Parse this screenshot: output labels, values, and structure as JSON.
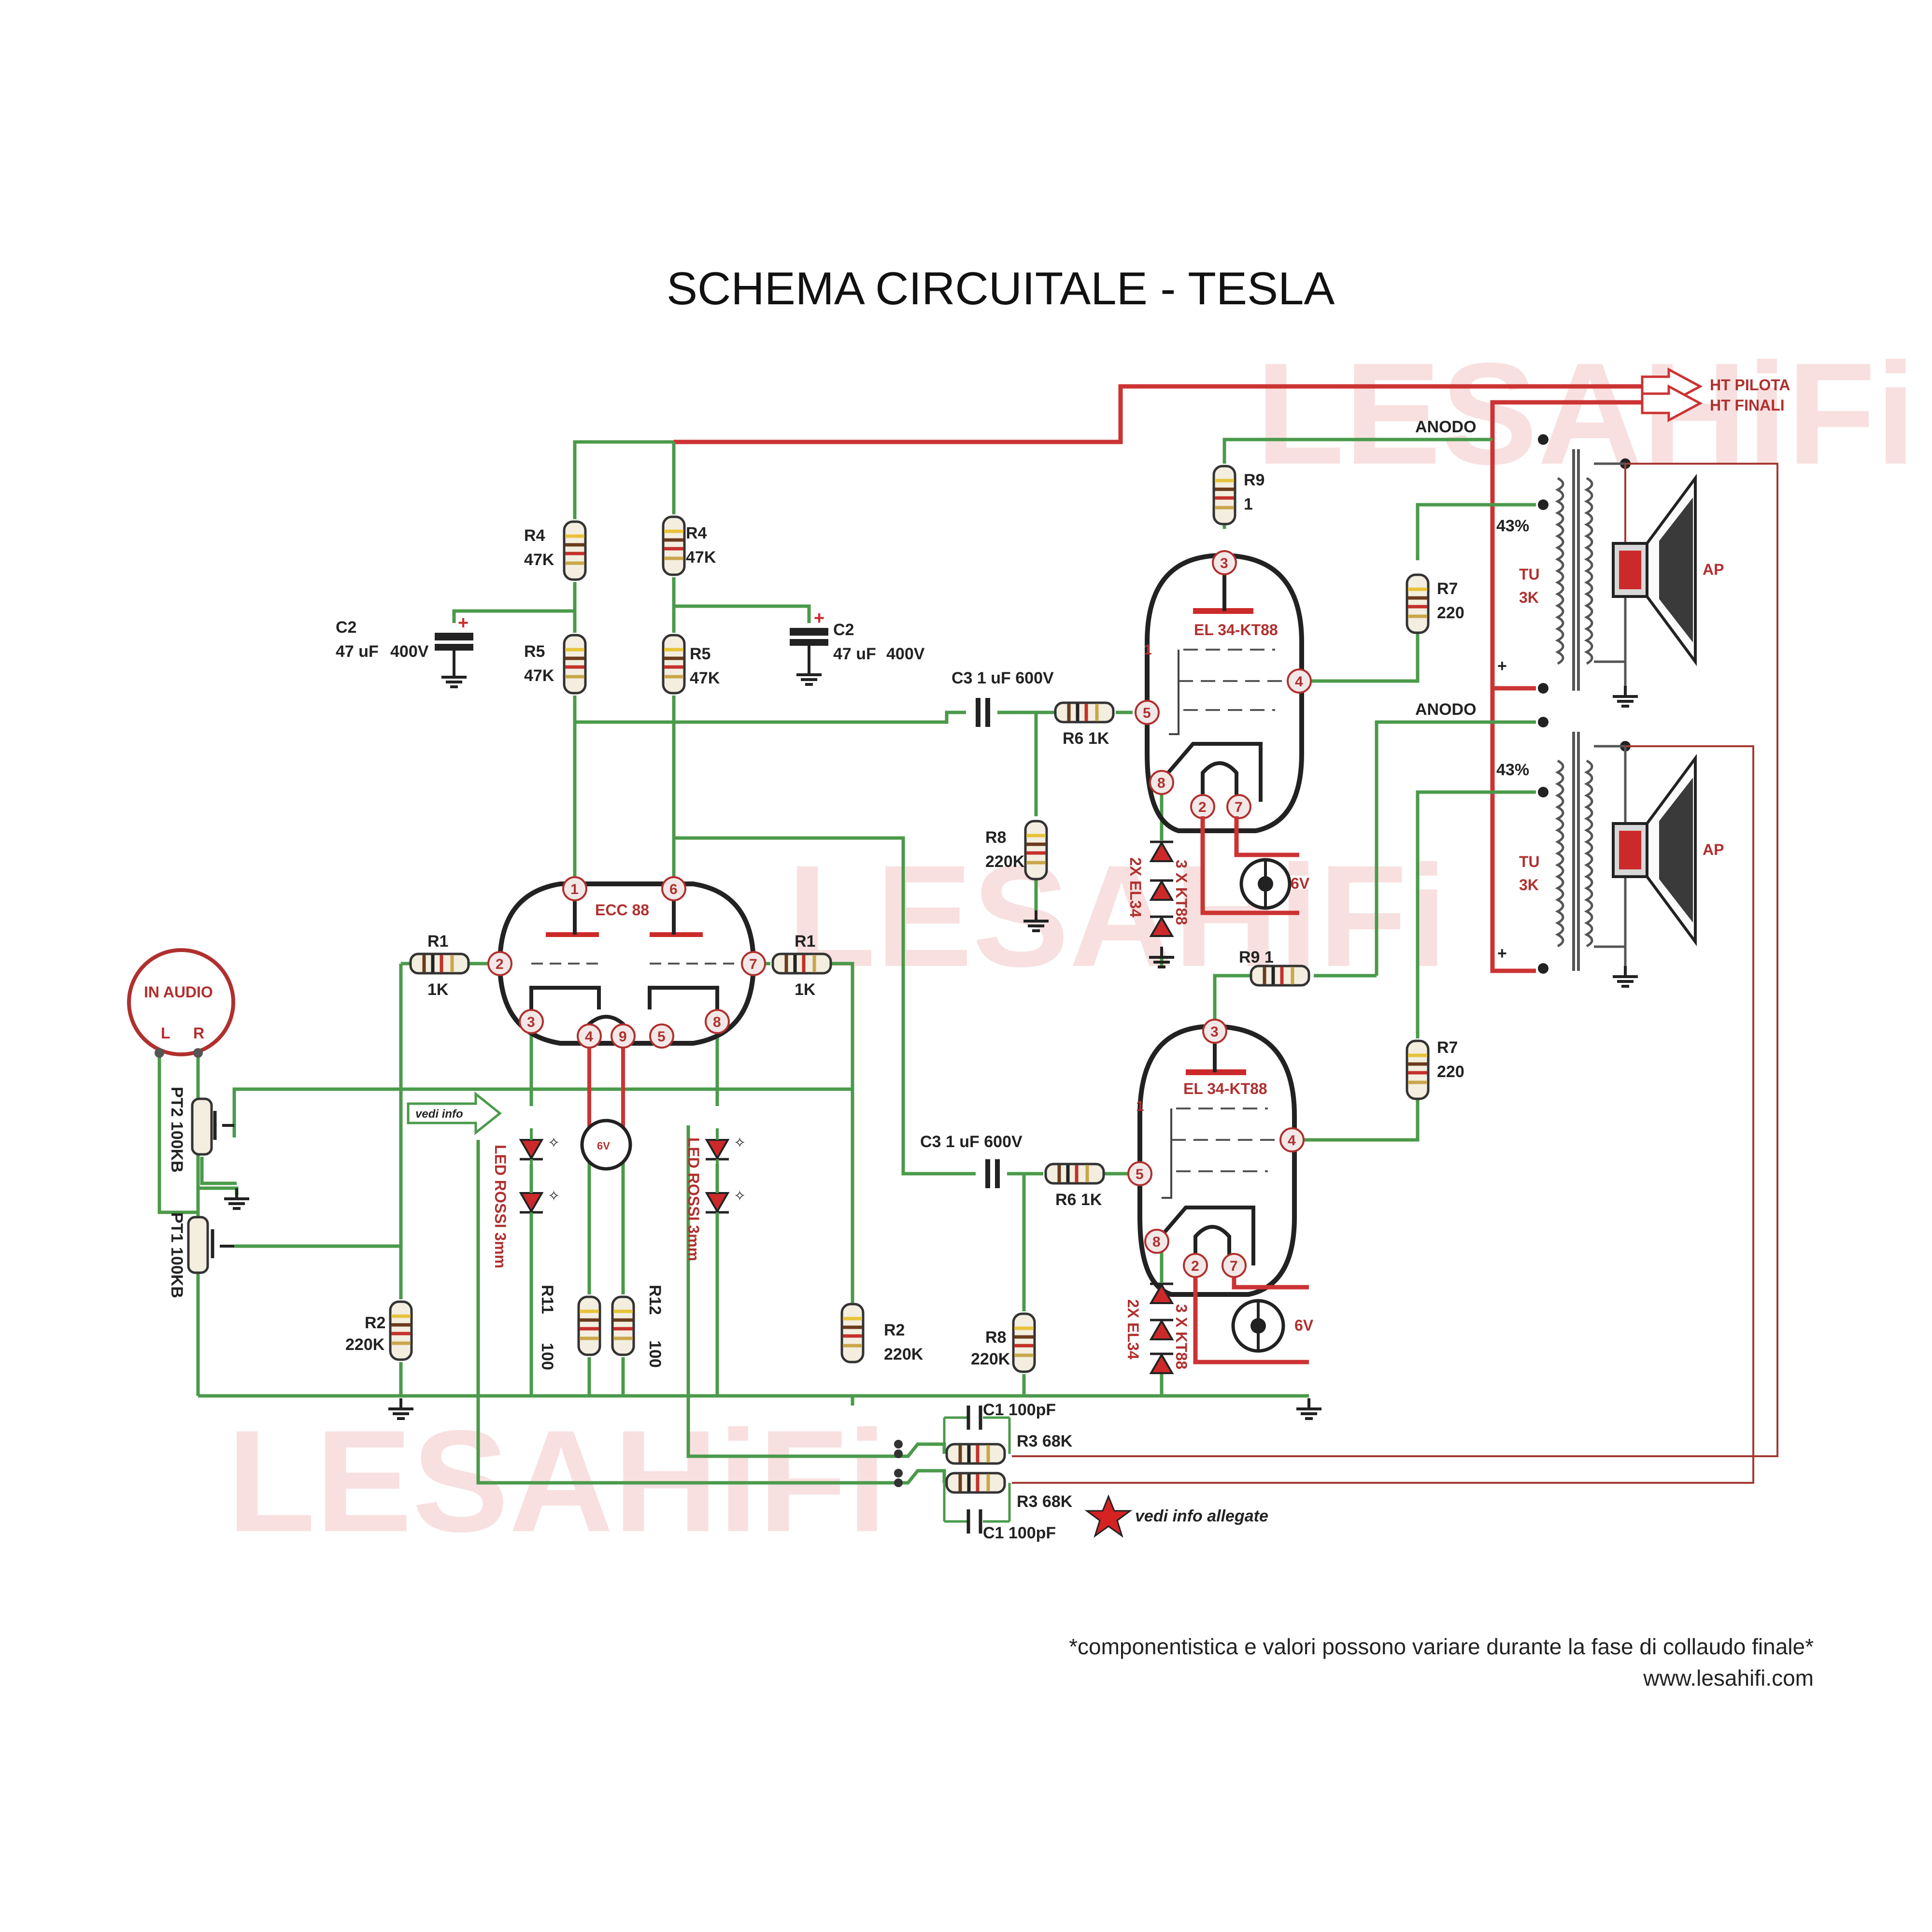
{
  "title": "SCHEMA CIRCUITALE - TESLA",
  "watermark": "LESAHiFi",
  "footer": {
    "note": "*componentistica e valori possono variare durante la fase di collaudo finale*",
    "website": "www.lesahifi.com"
  },
  "supply": {
    "ht_pilota": "HT PILOTA",
    "ht_finali": "HT FINALI"
  },
  "input": {
    "title": "IN AUDIO",
    "left": "L",
    "right": "R"
  },
  "pots": {
    "pt1": "PT1 100KB",
    "pt2": "PT2 100KB"
  },
  "tubes": {
    "driver": "ECC 88",
    "power_top": "EL 34-KT88",
    "power_bottom": "EL 34-KT88",
    "heater_driver": "6V",
    "heater_power": "6V"
  },
  "pins": {
    "ecc": [
      "1",
      "6",
      "2",
      "7",
      "3",
      "9",
      "5",
      "8",
      "4"
    ],
    "el_top": [
      "3",
      "1",
      "4",
      "5",
      "8",
      "2",
      "7"
    ],
    "el_bottom": [
      "3",
      "1",
      "4",
      "5",
      "8",
      "2",
      "7"
    ]
  },
  "components": {
    "r4_left": [
      "R4",
      "47K"
    ],
    "r4_right": [
      "R4",
      "47K"
    ],
    "r5_left": [
      "R5",
      "47K"
    ],
    "r5_right": [
      "R5",
      "47K"
    ],
    "c2_left": [
      "C2",
      "47 uF",
      "400V"
    ],
    "c2_right": [
      "C2",
      "47 uF",
      "400V"
    ],
    "r1_left": [
      "R1",
      "1K"
    ],
    "r1_right": [
      "R1",
      "1K"
    ],
    "r2_left": [
      "R2",
      "220K"
    ],
    "r2_right": [
      "R2",
      "220K"
    ],
    "r11": [
      "R11",
      "100"
    ],
    "r12": [
      "R12",
      "100"
    ],
    "c3_top": "C3 1 uF  600V",
    "c3_bottom": "C3 1 uF  600V",
    "r6_top": "R6 1K",
    "r6_bottom": "R6 1K",
    "r8_top": [
      "R8",
      "220K"
    ],
    "r8_bottom": [
      "R8",
      "220K"
    ],
    "r9_top": [
      "R9",
      "1"
    ],
    "r9_bottom": "R9  1",
    "r7_top": [
      "R7",
      "220"
    ],
    "r7_bottom": [
      "R7",
      "220"
    ],
    "c1_top": "C1 100pF",
    "c1_bottom": "C1 100pF",
    "r3_top": "R3 68K",
    "r3_bottom": "R3 68K"
  },
  "leds": {
    "left": "LED ROSSI 3mm",
    "right": "LED ROSSI 3mm"
  },
  "diodes": {
    "kt88": "3 X  KT88",
    "el34": "2X EL34"
  },
  "vedi_info": "vedi info",
  "vedi_info_allegate": "vedi info allegate",
  "output": {
    "anodo_top": "ANODO",
    "anodo_bottom": "ANODO",
    "tap_top": "43%",
    "tap_bottom": "43%",
    "tu_top": [
      "TU",
      "3K"
    ],
    "tu_bottom": [
      "TU",
      "3K"
    ],
    "plus": "+",
    "speaker": "AP"
  },
  "colors": {
    "wire": "#4a9a4a",
    "ht": "#cc3333",
    "text": "#222222",
    "accent": "#b0302e"
  },
  "icons": [
    "ground-icon",
    "speaker-icon",
    "led-icon",
    "diode-icon",
    "star-icon",
    "arrow-icon"
  ]
}
